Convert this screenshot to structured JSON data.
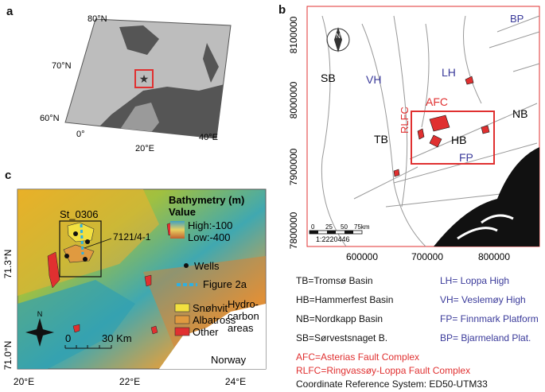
{
  "panel_a": {
    "letter": "a",
    "lat_labels": [
      "80°N",
      "70°N",
      "60°N"
    ],
    "lon_labels": [
      "0°",
      "20°E",
      "40°E"
    ]
  },
  "panel_b": {
    "letter": "b",
    "y_ticks": [
      "8100000",
      "8000000",
      "7900000",
      "7800000"
    ],
    "x_ticks": [
      "600000",
      "700000",
      "800000"
    ],
    "labels": {
      "sb": "SB",
      "vh": "VH",
      "lh": "LH",
      "bp": "BP",
      "rlfc": "RLFC",
      "afc": "AFC",
      "tb": "TB",
      "hb": "HB",
      "nb": "NB",
      "fp": "FP"
    },
    "scale_ticks": [
      "0",
      "25",
      "50",
      "75km"
    ],
    "scale_ratio": "1:2220446",
    "north_label": "N"
  },
  "panel_c": {
    "letter": "c",
    "bathy_title": "Bathymetry (m)",
    "bathy_value": "Value",
    "bathy_high": "High:-100",
    "bathy_low": "Low:-400",
    "box_label": "St_0306",
    "well_label": "7121/4-1",
    "wells_label": "Wells",
    "figure_label": "Figure 2a",
    "areas": [
      "Snøhvit",
      "Albatross",
      "Other"
    ],
    "areas_title": "Hydro-carbon areas",
    "areas_title_l1": "Hydro-",
    "areas_title_l2": "carbon",
    "areas_title_l3": "areas",
    "scale_0": "0",
    "scale_30": "30 Km",
    "norway": "Norway",
    "north_label": "N",
    "y_ticks": [
      "71.3°N",
      "71.0°N"
    ],
    "x_ticks": [
      "20°E",
      "22°E",
      "24°E"
    ]
  },
  "legend": {
    "left": [
      "TB=Tromsø Basin",
      "HB=Hammerfest Basin",
      "NB=Nordkapp Basin",
      "SB=Sørvestsnaget B."
    ],
    "right": [
      "LH= Loppa High",
      "VH= Veslemøy High",
      "FP= Finnmark Platform",
      "BP= Bjarmeland Plat."
    ],
    "red": [
      "AFC=Asterias Fault Complex",
      "RLFC=Ringvassøy-Loppa Fault Complex"
    ],
    "crs": "Coordinate Reference System: ED50-UTM33"
  },
  "colors": {
    "fault_red": "#e03030",
    "label_blue": "#3a3a9a",
    "ocean_gray": "#c8c8c8",
    "land_dark": "#333333"
  }
}
